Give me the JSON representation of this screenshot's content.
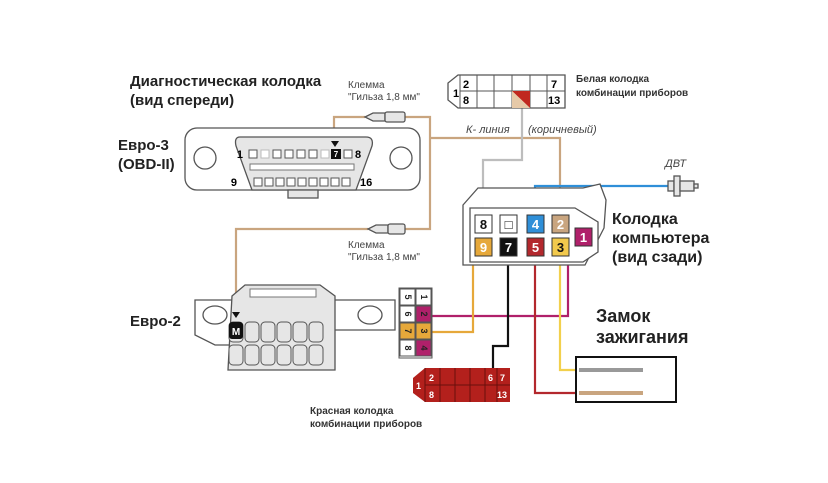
{
  "labels": {
    "diag_title_1": "Диагностическая колодка",
    "diag_title_2": "(вид спереди)",
    "euro3_1": "Евро-3",
    "euro3_2": "(OBD-II)",
    "euro2": "Евро-2",
    "terminal_1": "Клемма",
    "terminal_2": "\"Гильза 1,8 мм\"",
    "white_block_1": "Белая колодка",
    "white_block_2": "комбинации приборов",
    "k_line": "К- линия",
    "k_line_color": "(коричневый)",
    "dvt": "ДВТ",
    "ecu_1": "Колодка",
    "ecu_2": "компьютера",
    "ecu_3": "(вид сзади)",
    "ignition_1": "Замок",
    "ignition_2": "зажигания",
    "red_block_1": "Красная колодка",
    "red_block_2": "комбинации приборов"
  },
  "obd2_pins": {
    "p1": "1",
    "p7": "7",
    "p8": "8",
    "p9": "9",
    "p16": "16"
  },
  "euro2_pin": "M",
  "white_block_pins": {
    "p1": "1",
    "p2": "2",
    "p7": "7",
    "p8": "8",
    "p13": "13"
  },
  "red_block_pins": {
    "p1": "1",
    "p2": "2",
    "p6": "6",
    "p7": "7",
    "p8": "8",
    "p13": "13"
  },
  "small_block_pins": [
    "5",
    "1",
    "6",
    "2",
    "7",
    "3",
    "8",
    "4"
  ],
  "ecu_pins": [
    {
      "n": "8",
      "color": "#ffffff"
    },
    {
      "n": "□",
      "color": "#ffffff"
    },
    {
      "n": "4",
      "color": "#2f8fd8"
    },
    {
      "n": "2",
      "color": "#c9a57f"
    },
    {
      "n": "1",
      "color": "#b0206a"
    },
    {
      "n": "9",
      "color": "#e6a83a"
    },
    {
      "n": "7",
      "color": "#111111"
    },
    {
      "n": "5",
      "color": "#b3282d"
    },
    {
      "n": "3",
      "color": "#f2c94c"
    }
  ],
  "wire_colors": {
    "k_line": "#c9a57f",
    "grey": "#bdbdbd",
    "blue": "#2f8fd8",
    "magenta": "#b0206a",
    "orange": "#e6a83a",
    "black": "#111111",
    "red": "#b3282d",
    "yellow": "#f2d04c"
  }
}
